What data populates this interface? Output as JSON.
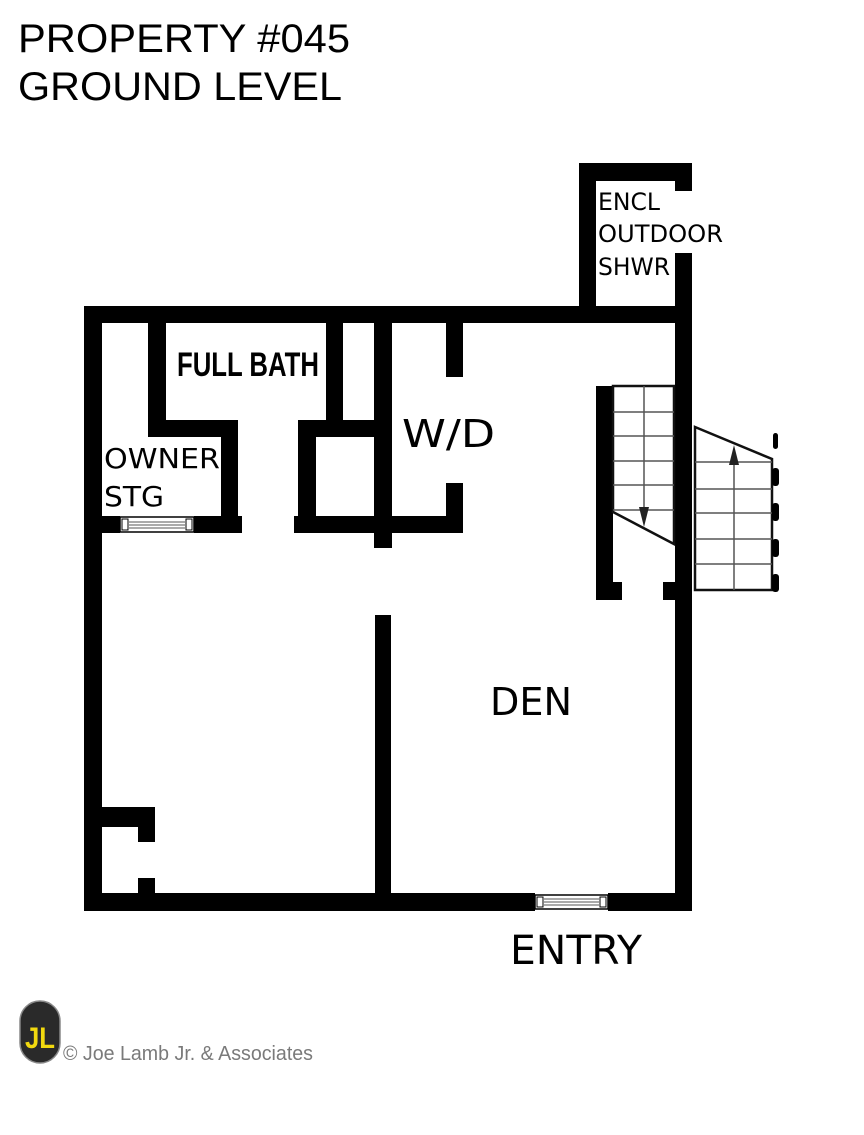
{
  "header": {
    "title_line1": "PROPERTY #045",
    "title_line2": "GROUND LEVEL"
  },
  "rooms": {
    "full_bath": "FULL BATH",
    "owner_storage_line1": "OWNER",
    "owner_storage_line2": "STG",
    "washer_dryer": "W/D",
    "den": "DEN",
    "shower_line1": "ENCL",
    "shower_line2": "OUTDOOR",
    "shower_line3": "SHWR",
    "entry": "ENTRY"
  },
  "footer": {
    "logo_text": "JL",
    "copyright": "© Joe Lamb Jr. & Associates"
  },
  "colors": {
    "wall": "#000000",
    "logo_yellow": "#f2d90f",
    "logo_dark": "#2a2a2a",
    "copyright_gray": "#7a7a7a"
  }
}
